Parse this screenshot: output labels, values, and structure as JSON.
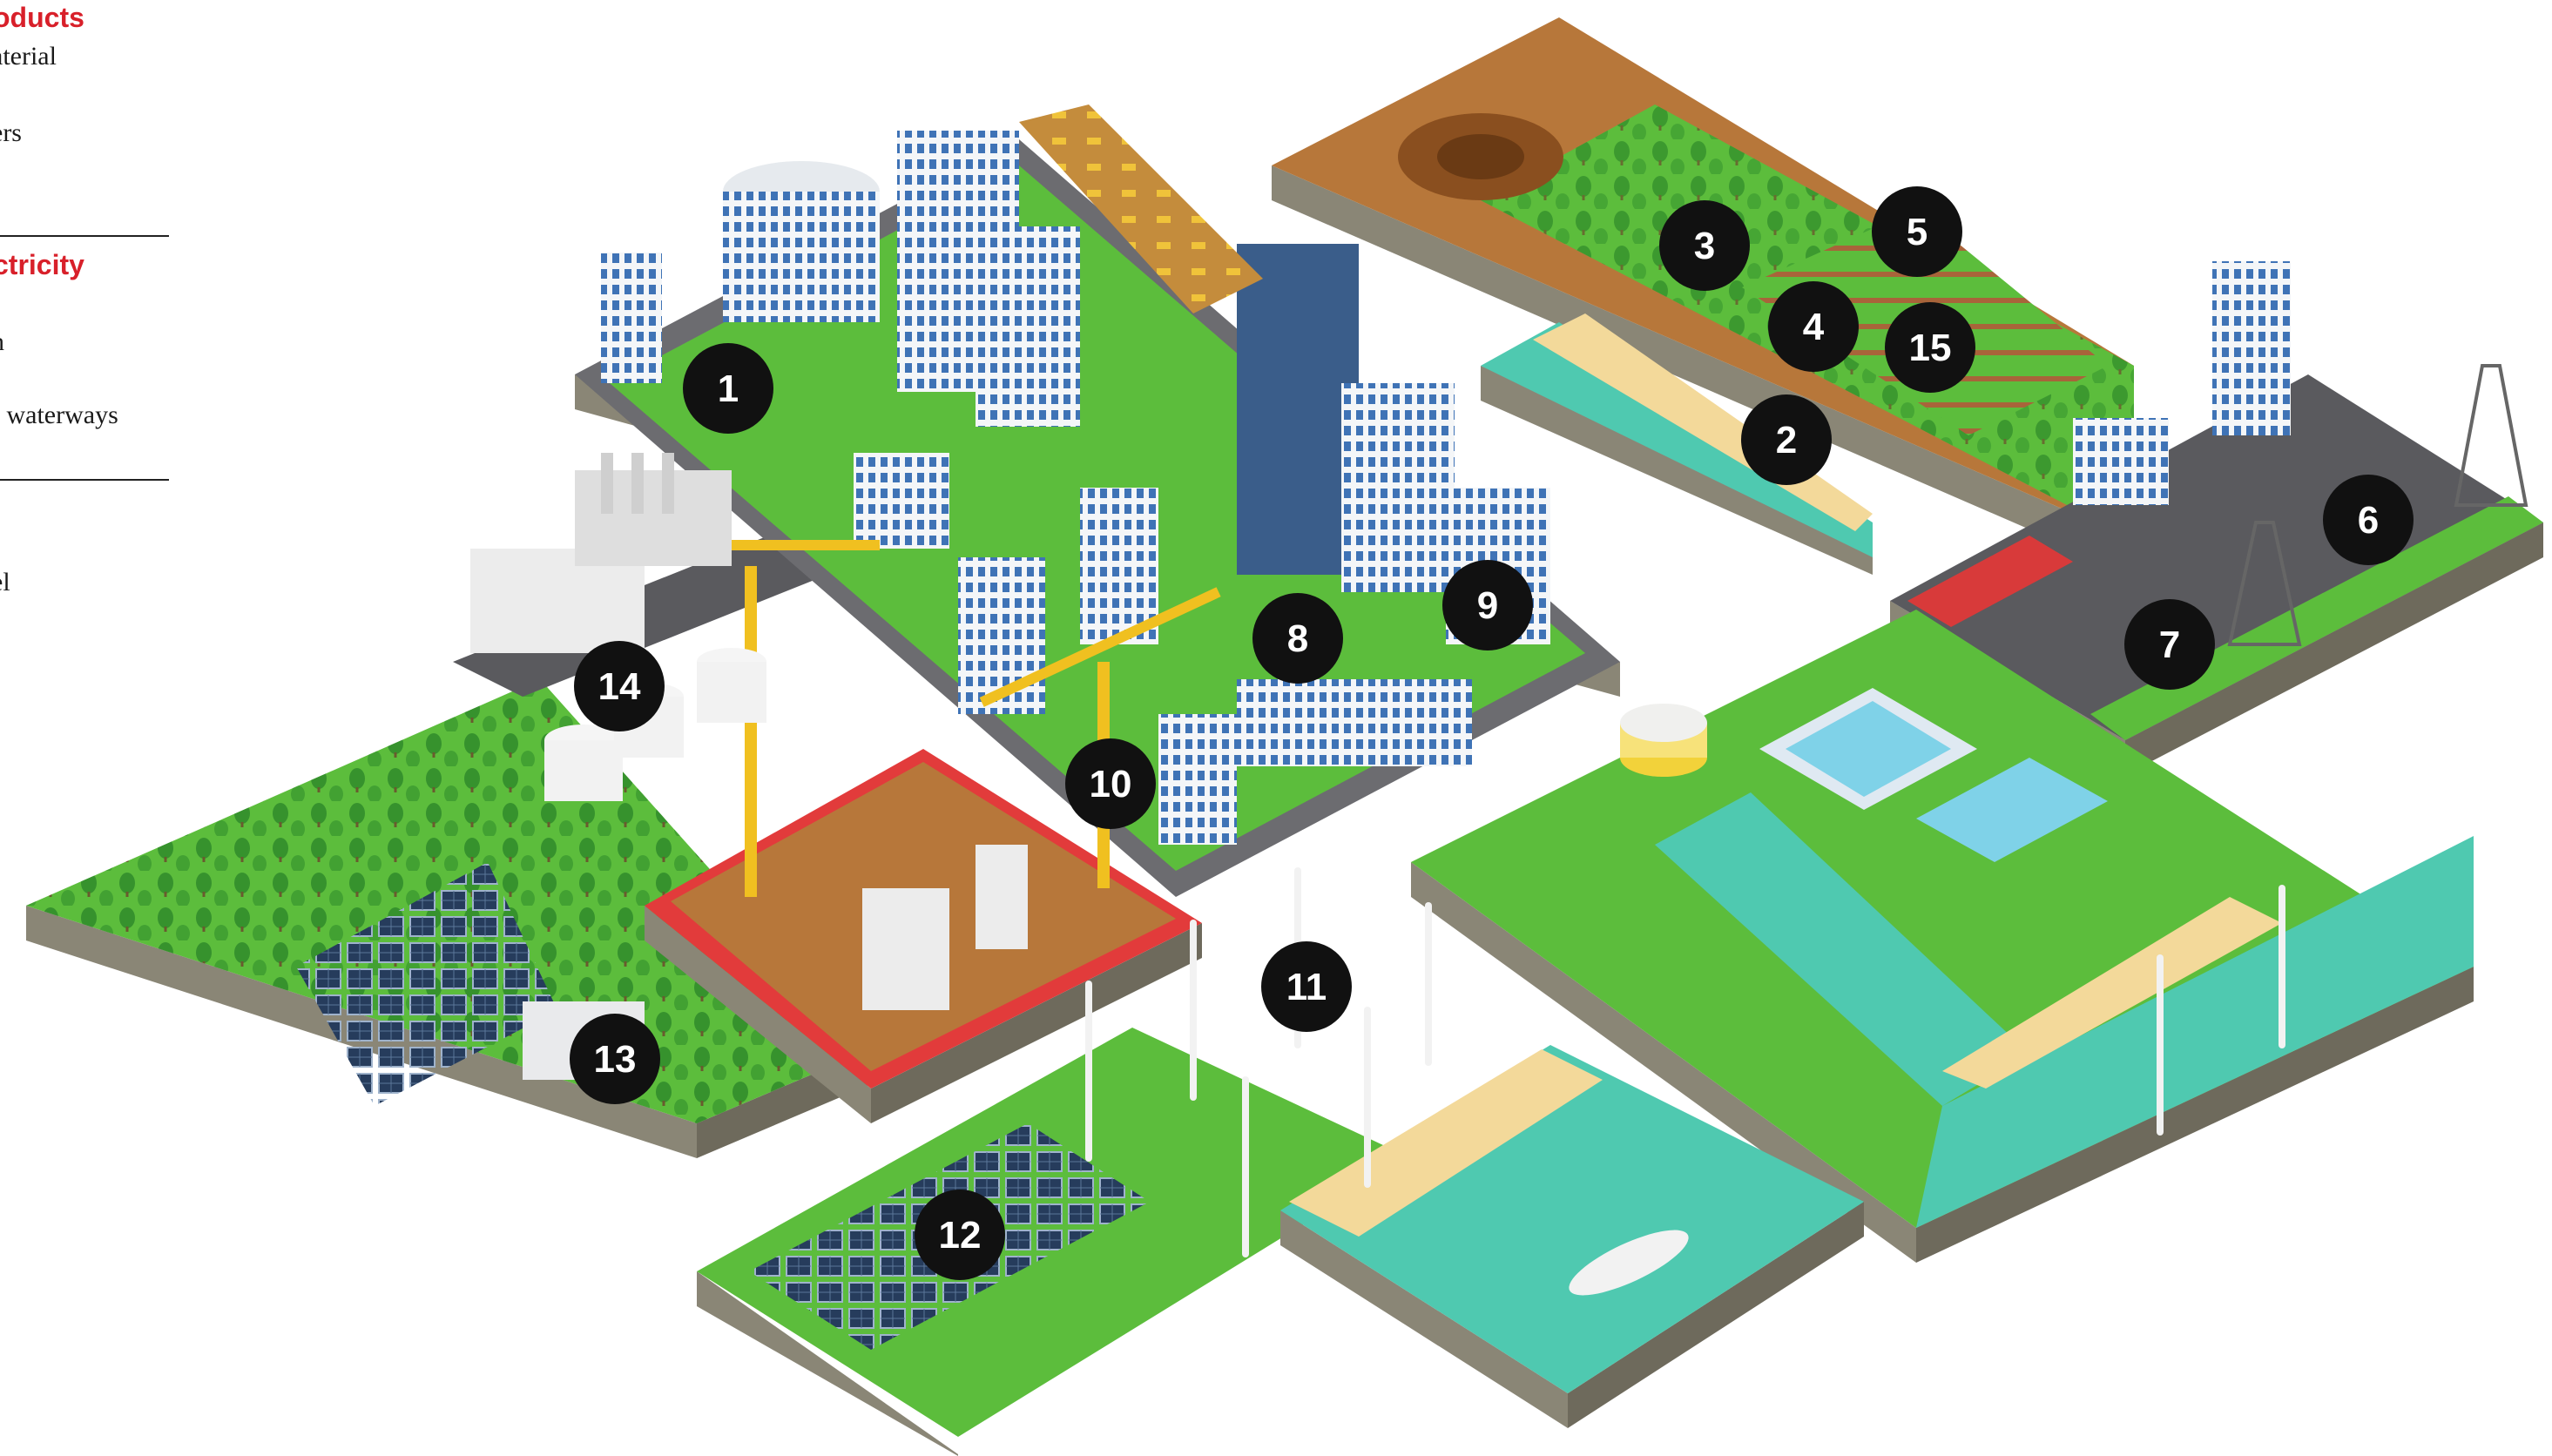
{
  "legend": {
    "section1_title": "oducts",
    "section1_items": [
      "aterial",
      "ers"
    ],
    "section2_title": "ctricity",
    "section2_items": [
      "n",
      "f waterways"
    ],
    "section3_items": [
      "el",
      "l"
    ]
  },
  "markers": [
    {
      "label": "1"
    },
    {
      "label": "2"
    },
    {
      "label": "3"
    },
    {
      "label": "4"
    },
    {
      "label": "5"
    },
    {
      "label": "6"
    },
    {
      "label": "7"
    },
    {
      "label": "8"
    },
    {
      "label": "9"
    },
    {
      "label": "10"
    },
    {
      "label": "11"
    },
    {
      "label": "12"
    },
    {
      "label": "13"
    },
    {
      "label": "14"
    },
    {
      "label": "15"
    }
  ],
  "colors": {
    "grass": "#5cbd3c",
    "grass_dark": "#3c9a2a",
    "ground_side": "#8a8676",
    "road": "#5a5a5e",
    "water": "#4fc9b0",
    "sand": "#f3d99a",
    "dirt": "#b7773a",
    "construction_border": "#e23b3b",
    "crane": "#f0c020",
    "marker": "#111111",
    "legend_accent": "#d8202a"
  }
}
